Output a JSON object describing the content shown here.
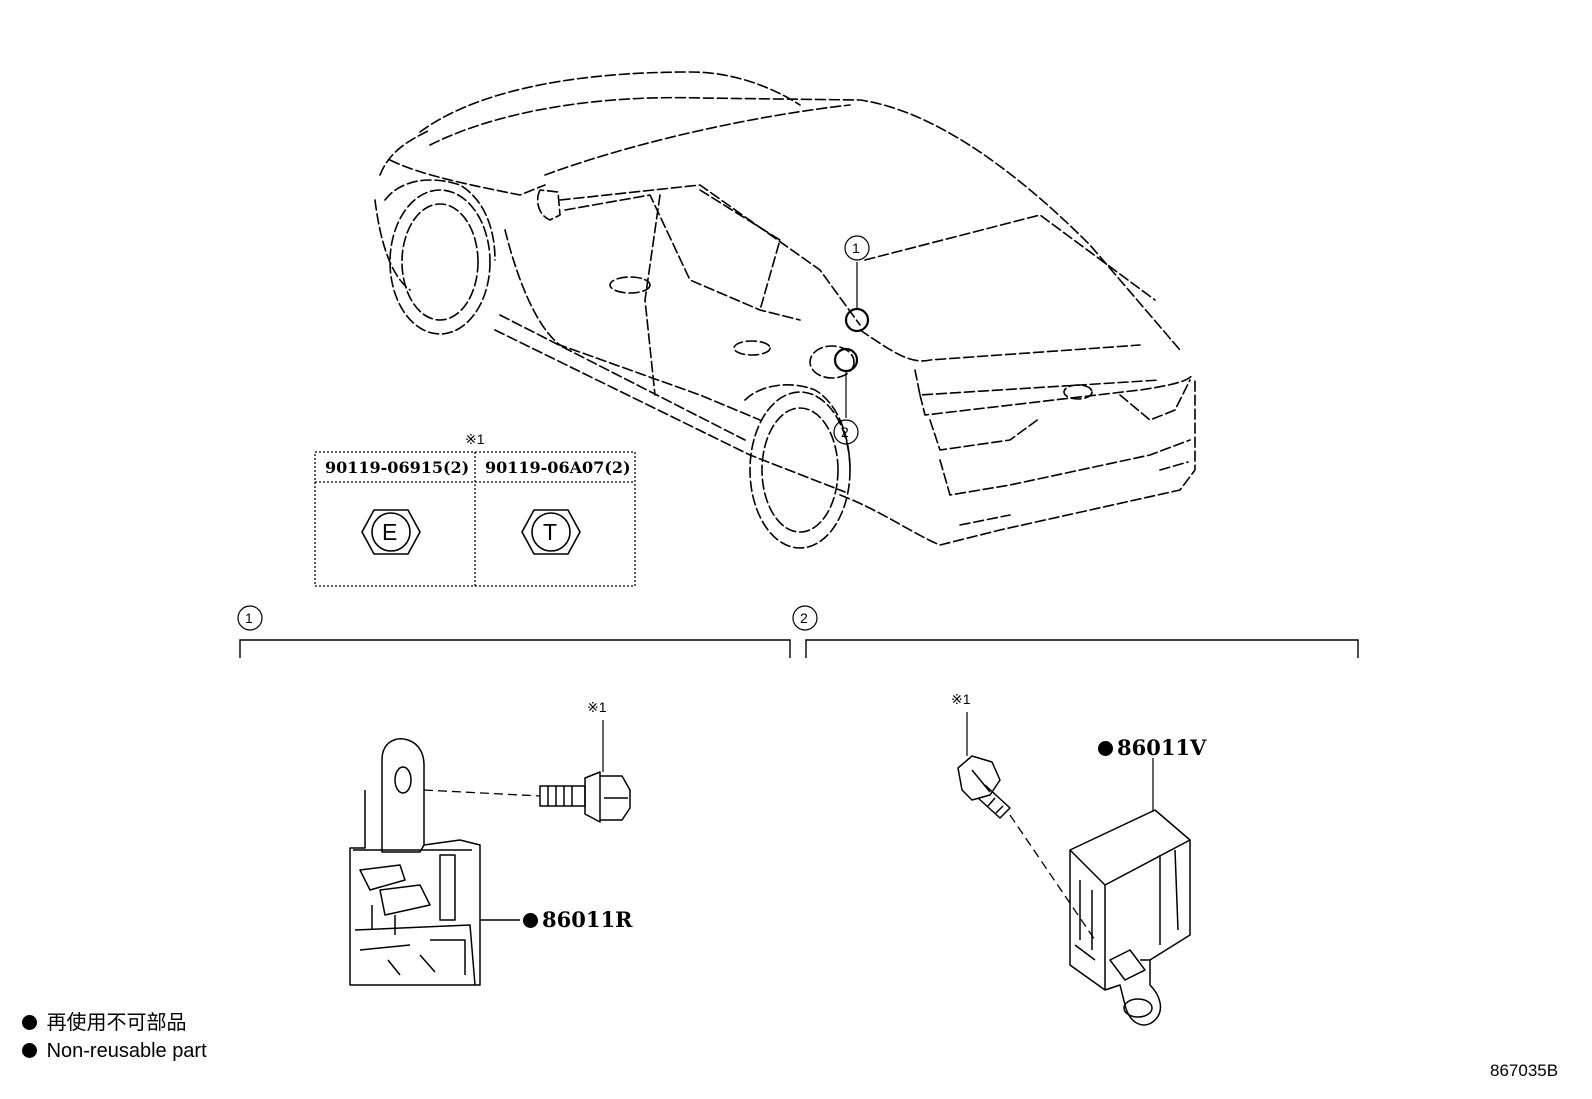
{
  "callouts": [
    "1",
    "2"
  ],
  "reference_mark": "※1",
  "bolt_table": {
    "columns": [
      {
        "part_no": "90119-06915(2)",
        "letter": "E"
      },
      {
        "part_no": "90119-06A07(2)",
        "letter": "T"
      }
    ]
  },
  "parts": {
    "group_1_part": "86011R",
    "group_2_part": "86011V"
  },
  "legend": {
    "line_ja": "再使用不可部品",
    "line_en": "Non-reusable part"
  },
  "illustration_id": "867035B"
}
